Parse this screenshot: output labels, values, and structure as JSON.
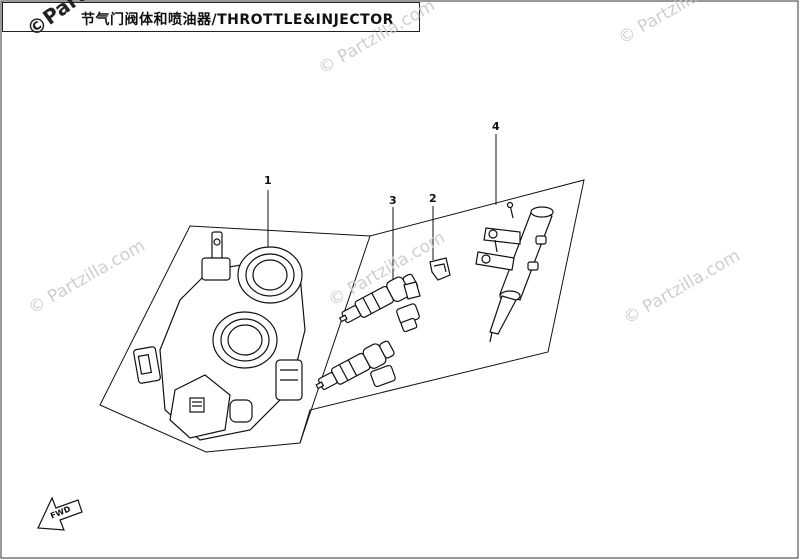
{
  "header": {
    "title": "节气门阀体和喷油器/THROTTLE&INJECTOR",
    "corner_watermark": "©Partzilla"
  },
  "watermarks": [
    "© Partzilla.com",
    "© Partzilla.com",
    "© Partzilla.com",
    "© Partzilla.com",
    "© Partzilla.com"
  ],
  "callouts": [
    "1",
    "2",
    "3",
    "4"
  ],
  "direction_arrow": {
    "label": "FWD"
  },
  "parts": [
    {
      "ref": "1",
      "icon": "throttle-body-icon"
    },
    {
      "ref": "2",
      "icon": "injector-clip-icon"
    },
    {
      "ref": "3",
      "icon": "fuel-injector-icon"
    },
    {
      "ref": "4",
      "icon": "fuel-rail-icon"
    }
  ]
}
